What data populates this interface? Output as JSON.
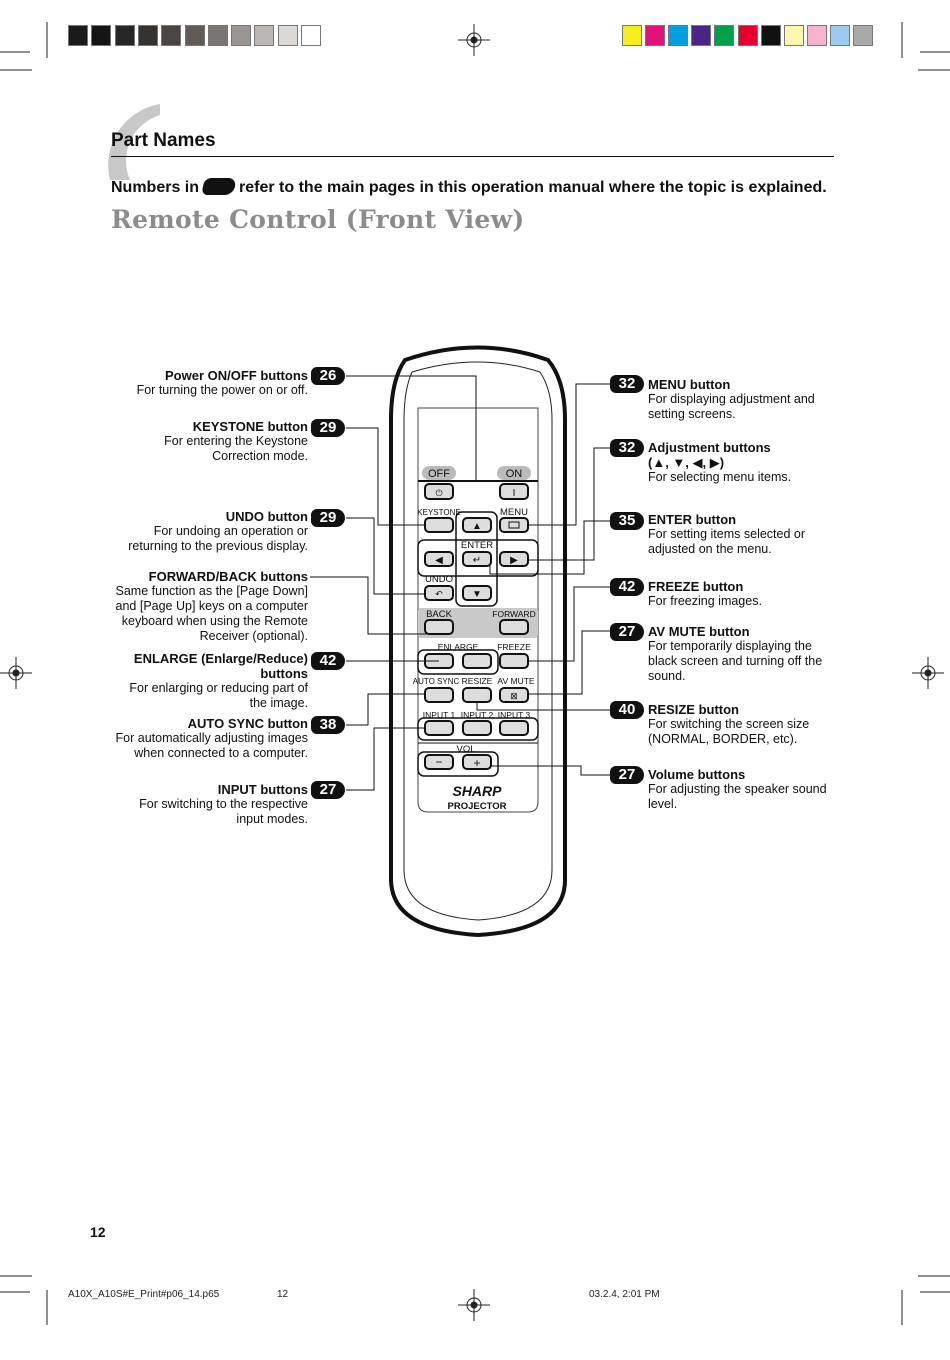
{
  "header": {
    "section_title": "Part Names",
    "subtitle_before": "Numbers in",
    "subtitle_after": "refer to the main pages in this operation manual where the topic is explained.",
    "main_title": "Remote Control (Front View)"
  },
  "colors": {
    "grayscale_bar": [
      "#1a1a1a",
      "#141414",
      "#262626",
      "#363230",
      "#4a4542",
      "#625a56",
      "#7c7470",
      "#9a9592",
      "#bcb7b4",
      "#ddd9d6",
      "#ffffff"
    ],
    "color_bar": [
      "#f5ef1e",
      "#e0137a",
      "#00a0e0",
      "#4b2585",
      "#00a04b",
      "#e6002d",
      "#111111",
      "#fff7b0",
      "#f7b3cf",
      "#9ccaf0",
      "#a9a9a9"
    ]
  },
  "callouts_left": [
    {
      "page": "26",
      "title": "Power ON/OFF buttons",
      "desc": [
        "For turning the power on or off."
      ]
    },
    {
      "page": "29",
      "title": "KEYSTONE button",
      "desc": [
        "For entering the Keystone",
        "Correction mode."
      ]
    },
    {
      "page": "29",
      "title": "UNDO button",
      "desc": [
        "For undoing an operation or",
        "returning to the previous display."
      ]
    },
    {
      "page": "",
      "title": "FORWARD/BACK buttons",
      "desc": [
        "Same function as the [Page Down]",
        "and [Page Up] keys on a computer",
        "keyboard when using the Remote",
        "Receiver (optional)."
      ]
    },
    {
      "page": "42",
      "title": "ENLARGE (Enlarge/Reduce)",
      "title2": "buttons",
      "desc": [
        "For enlarging or reducing part of",
        "the image."
      ]
    },
    {
      "page": "38",
      "title": "AUTO SYNC button",
      "desc": [
        "For automatically adjusting images",
        "when connected to a computer."
      ]
    },
    {
      "page": "27",
      "title": "INPUT buttons",
      "desc": [
        "For switching to the respective",
        "input modes."
      ]
    }
  ],
  "callouts_right": [
    {
      "page": "32",
      "title": "MENU button",
      "desc": [
        "For displaying adjustment and",
        "setting screens."
      ]
    },
    {
      "page": "32",
      "title": "Adjustment buttons",
      "title2": "(▲, ▼, ◀, ▶)",
      "desc": [
        "For selecting menu items."
      ]
    },
    {
      "page": "35",
      "title": "ENTER button",
      "desc": [
        "For setting items selected or",
        "adjusted on the menu."
      ]
    },
    {
      "page": "42",
      "title": "FREEZE button",
      "desc": [
        "For freezing images."
      ]
    },
    {
      "page": "27",
      "title": "AV MUTE button",
      "desc": [
        "For temporarily displaying the",
        "black screen and turning off the",
        "sound."
      ]
    },
    {
      "page": "40",
      "title": "RESIZE button",
      "desc": [
        "For switching the screen size",
        "(NORMAL, BORDER, etc)."
      ]
    },
    {
      "page": "27",
      "title": "Volume buttons",
      "desc": [
        "For adjusting the speaker sound",
        "level."
      ]
    }
  ],
  "remote": {
    "off": "OFF",
    "on": "ON",
    "keystone": "KEYSTONE",
    "menu": "MENU",
    "enter": "ENTER",
    "undo": "UNDO",
    "back": "BACK",
    "forward": "FORWARD",
    "enlarge": "ENLARGE",
    "freeze": "FREEZE",
    "auto_sync": "AUTO SYNC",
    "resize": "RESIZE",
    "av_mute": "AV MUTE",
    "input1": "INPUT 1",
    "input2": "INPUT 2",
    "input3": "INPUT 3",
    "vol": "VOL",
    "brand": "SHARP",
    "product": "PROJECTOR"
  },
  "page_number": "12",
  "footer": {
    "file": "A10X_A10S#E_Print#p06_14.p65",
    "page": "12",
    "date": "03.2.4, 2:01 PM"
  }
}
